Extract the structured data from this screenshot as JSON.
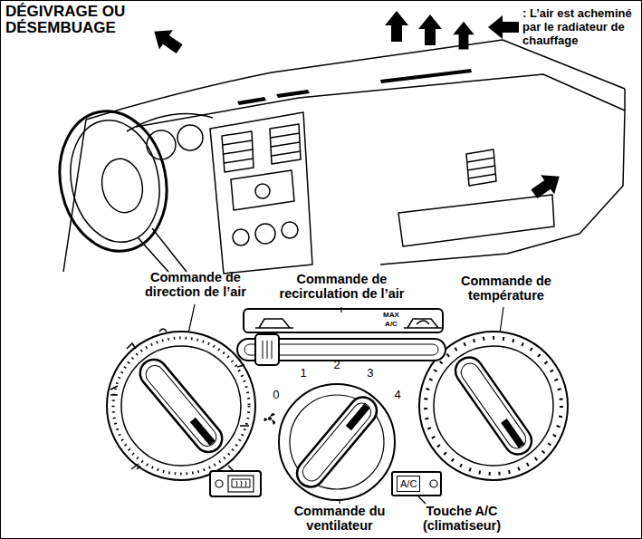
{
  "diagram": {
    "title": "DÉGIVRAGE OU DÉSEMBUAGE",
    "nodes": [
      {
        "text": [
          "MAX A/C"
        ]
      },
      {
        "text": [
          "0",
          "1",
          "2",
          "3",
          "4"
        ]
      },
      {
        "text": [
          "A/C"
        ]
      }
    ],
    "labels": [
      "Commande de direction de l’air",
      "Commande de recirculation de l’air",
      "Commande de température",
      "Commande du ventilateur",
      "Touche A/C (climatiseur)"
    ],
    "legend": [
      {
        "text": ": L’air est acheminé par le radiateur de chauffage"
      }
    ]
  }
}
